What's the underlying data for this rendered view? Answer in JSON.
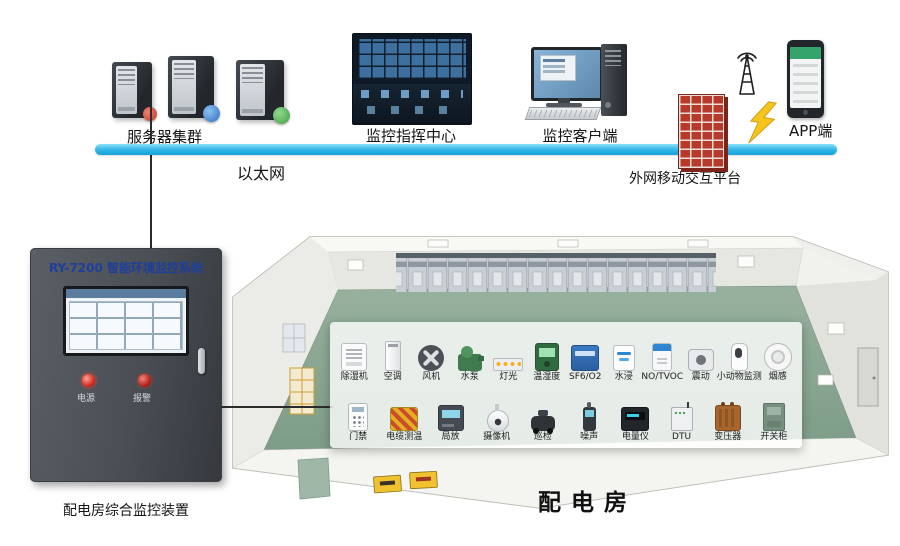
{
  "top": {
    "server_cluster_label": "服务器集群",
    "ethernet_label": "以太网",
    "command_center_label": "监控指挥中心",
    "client_label": "监控客户端",
    "external_platform_label": "外网移动交互平台",
    "app_label": "APP端"
  },
  "cabinet": {
    "title": "RY-7200 智能环境监控系统",
    "power_indicator_label": "电源",
    "alarm_indicator_label": "报警",
    "caption": "配电房综合监控装置"
  },
  "room": {
    "name_label": "配电房",
    "devices_row1": [
      {
        "label": "除湿机"
      },
      {
        "label": "空调"
      },
      {
        "label": "风机"
      },
      {
        "label": "水泵"
      },
      {
        "label": "灯光"
      },
      {
        "label": "温湿度"
      },
      {
        "label": "SF6/O2"
      },
      {
        "label": "水浸"
      },
      {
        "label": "NO/TVOC"
      },
      {
        "label": "震动"
      },
      {
        "label": "小动物监测"
      },
      {
        "label": "烟感"
      }
    ],
    "devices_row2": [
      {
        "label": "门禁"
      },
      {
        "label": "电缆测温"
      },
      {
        "label": "局放"
      },
      {
        "label": "摄像机"
      },
      {
        "label": "巡检"
      },
      {
        "label": "噪声"
      },
      {
        "label": "电量仪"
      },
      {
        "label": "DTU"
      },
      {
        "label": "变压器"
      },
      {
        "label": "开关柜"
      }
    ]
  },
  "colors": {
    "ethernet_bar": "#2eb5e6",
    "firewall_red": "#b8382a",
    "lightning_yellow": "#f6c51d",
    "cabinet_gray": "#4a4f55",
    "floor_green": "#86a28f",
    "cabinet_title_blue": "#1d3f9e",
    "indicator_red": "#d3271a"
  },
  "icons": {
    "server-tower": "css-shape",
    "video-wall": "css-shape",
    "desktop-computer": "css-shape",
    "firewall": "brick-wall-css",
    "signal-tower": "svg-lines",
    "lightning-bolt": "svg-polygon",
    "smartphone": "css-shape",
    "indicator-light": "css-circle",
    "device-icons": "css-shapes"
  }
}
